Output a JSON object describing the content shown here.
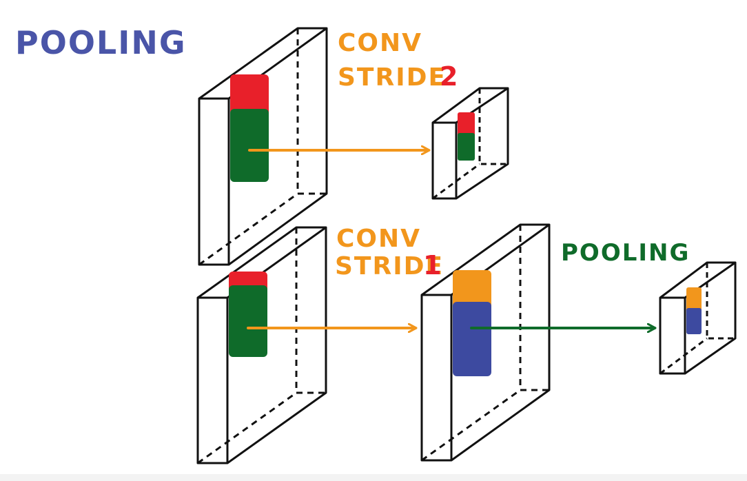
{
  "title": "POOLING",
  "labels": {
    "conv_top_line1": "CONV",
    "conv_top_line2": "STRIDE",
    "conv_top_stride": "2",
    "conv_bottom_line1": "CONV",
    "conv_bottom_line2": "STRIDE",
    "conv_bottom_stride": "1",
    "pooling": "POOLING"
  },
  "colors": {
    "title": "#4a55a8",
    "orange": "#f2961c",
    "red": "#e8202a",
    "green": "#0f6b2a",
    "blue": "#3d4aa0",
    "stroke": "#111111"
  }
}
